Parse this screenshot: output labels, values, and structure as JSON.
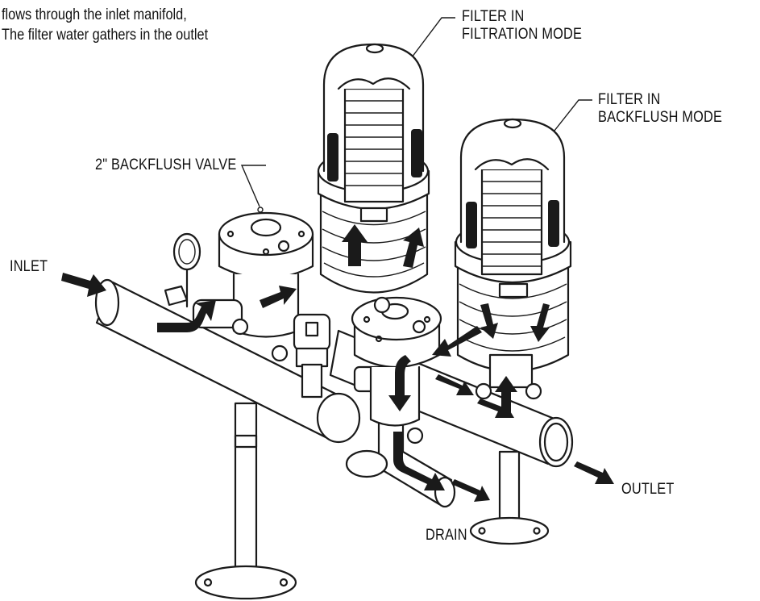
{
  "caption": {
    "line1": "flows through the inlet manifold,",
    "line2": "The filter water gathers in the outlet"
  },
  "labels": {
    "filter_filtration_line1": "FILTER IN",
    "filter_filtration_line2": "FILTRATION MODE",
    "filter_backflush_line1": "FILTER IN",
    "filter_backflush_line2": "BACKFLUSH MODE",
    "backflush_valve": "2\" BACKFLUSH VALVE",
    "inlet": "INLET",
    "outlet": "OUTLET",
    "drain": "DRAIN"
  },
  "colors": {
    "ink": "#1a1a1a",
    "background": "#ffffff"
  }
}
